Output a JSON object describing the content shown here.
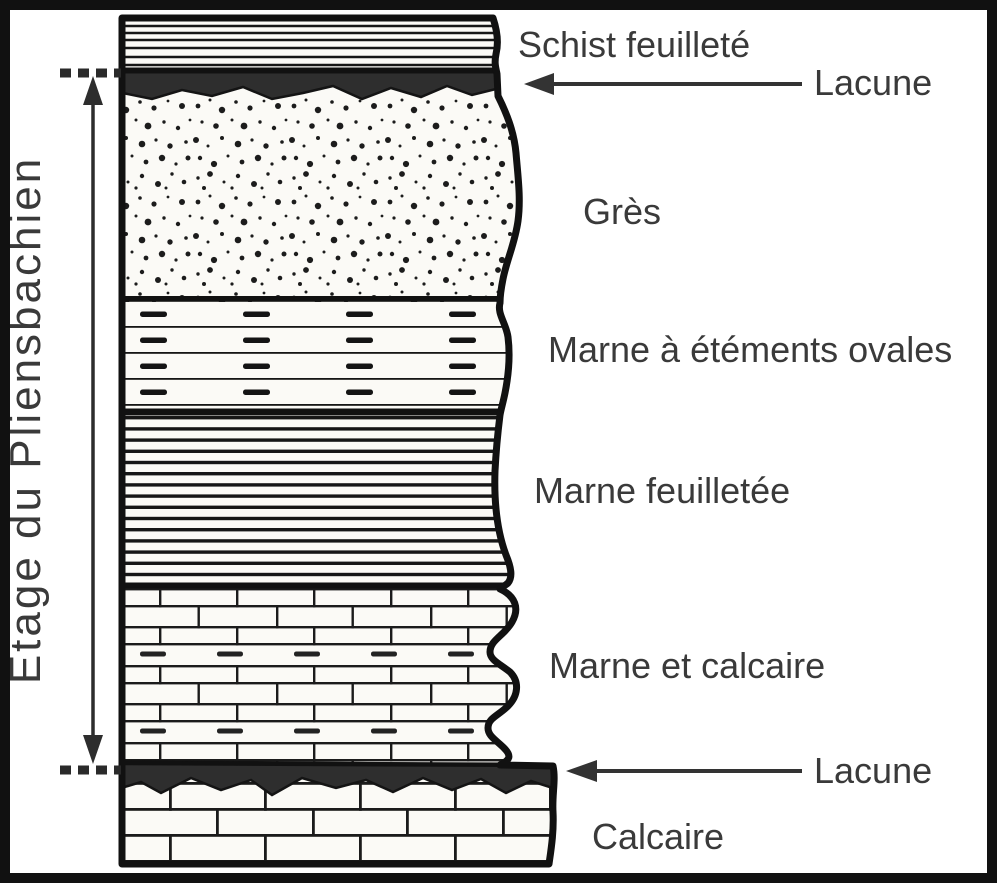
{
  "figure": {
    "type": "stratigraphic-column",
    "stage_axis": {
      "label": "Étage du Pliensbachien"
    },
    "layers": [
      {
        "name": "Schist feuilleté",
        "pattern": "laminated"
      },
      {
        "name": "Lacune",
        "pattern": "dark-unconformity-band"
      },
      {
        "name": "Grès",
        "pattern": "speckled-sandstone"
      },
      {
        "name": "Marne à étéments ovales",
        "pattern": "lines-with-oval-clasts"
      },
      {
        "name": "Marne feuilletée",
        "pattern": "dense-laminae"
      },
      {
        "name": "Marne et calcaire",
        "pattern": "brick-and-marl-alternation"
      },
      {
        "name": "Lacune",
        "pattern": "dark-unconformity-band"
      },
      {
        "name": "Calcaire",
        "pattern": "limestone-bricks"
      }
    ],
    "colors": {
      "ink": "#151515",
      "dark_band": "#2e2e2e",
      "label_text": "#3a3a3a",
      "rock_fill": "#fbfaf6",
      "background": "#ffffff"
    }
  }
}
